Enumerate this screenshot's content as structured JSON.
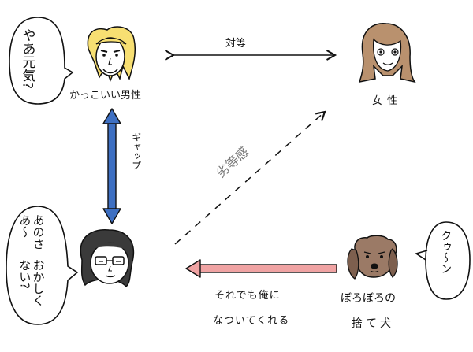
{
  "nodes": {
    "cool_man": {
      "label": "かっこいい男性",
      "speech": [
        "やあ",
        "元気?"
      ]
    },
    "woman": {
      "label": "女性"
    },
    "me": {
      "speech": [
        "あのさあ〜",
        "おかしくない?"
      ]
    },
    "dog": {
      "label_lines": [
        "ぼろぼろの",
        "捨て犬"
      ],
      "speech": [
        "クゥ〜ン"
      ]
    }
  },
  "edges": {
    "equal": {
      "label": "対等"
    },
    "gap": {
      "label": "ギャップ"
    },
    "inferiority": {
      "label": "劣等感"
    },
    "loyal": {
      "label_lines": [
        "それでも俺に",
        "なついてくれる"
      ]
    }
  },
  "colors": {
    "ink": "#111111",
    "gap_arrow": "#3d6fc2",
    "loyal_arrow": "#f0a3a3",
    "inferiority_text": "#777777",
    "hair_blonde": "#f7df72",
    "hair_brown": "#b9916e",
    "hair_black": "#3a3a3a",
    "dog_fur": "#9b7a66"
  },
  "icons": [
    "cool-man-face-icon",
    "woman-face-icon",
    "me-face-icon",
    "dog-face-icon"
  ]
}
